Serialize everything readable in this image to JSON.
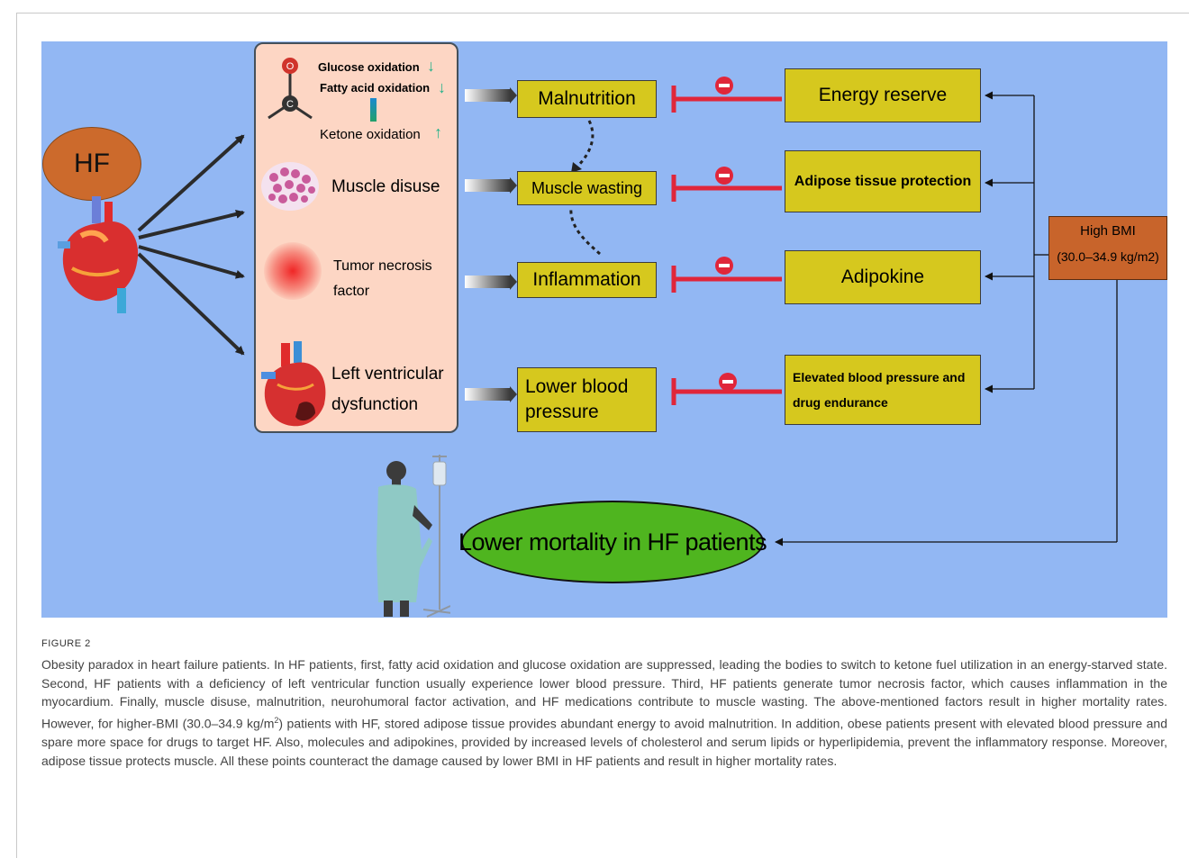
{
  "figure": {
    "hf_label": "HF",
    "mechanisms": {
      "glucose": "Glucose oxidation",
      "fatty": "Fatty acid oxidation",
      "ketone": "Ketone oxidation",
      "muscle_disuse": "Muscle disuse",
      "tnf_line1": "Tumor necrosis",
      "tnf_line2": "factor",
      "lv_line1": "Left ventricular",
      "lv_line2": "dysfunction",
      "molecule_o": "O",
      "molecule_c": "C"
    },
    "outcomes": {
      "malnutrition": "Malnutrition",
      "muscle_wasting": "Muscle wasting",
      "inflammation": "Inflammation",
      "lbp_line1": "Lower blood",
      "lbp_line2": "pressure"
    },
    "protections": {
      "energy": "Energy reserve",
      "adipose": "Adipose tissue protection",
      "adipokine": "Adipokine",
      "ebp_line1": "Elevated blood pressure and",
      "ebp_line2": "drug endurance"
    },
    "bmi": {
      "title": "High BMI",
      "range": "(30.0–34.9 kg/m2)"
    },
    "result": "Lower mortality in HF patients",
    "colors": {
      "background": "#92b7f3",
      "panel": "#fdd6c4",
      "box": "#d6c81e",
      "bmi_box": "#c8642b",
      "hf_oval": "#cc6a2c",
      "result_oval": "#4fb51f",
      "inhibit": "#e0263a"
    }
  },
  "caption": {
    "label": "FIGURE 2",
    "text_before_sup": "Obesity paradox in heart failure patients. In HF patients, first, fatty acid oxidation and glucose oxidation are suppressed, leading the bodies to switch to ketone fuel utilization in an energy-starved state. Second, HF patients with a deficiency of left ventricular function usually experience lower blood pressure. Third, HF patients generate tumor necrosis factor, which causes inflammation in the myocardium. Finally, muscle disuse, malnutrition, neurohumoral factor activation, and HF medications contribute to muscle wasting. The above-mentioned factors result in higher mortality rates. However, for higher-BMI (30.0–34.9 kg/m",
    "sup": "2",
    "text_after_sup": ") patients with HF, stored adipose tissue provides abundant energy to avoid malnutrition. In addition, obese patients present with elevated blood pressure and spare more space for drugs to target HF. Also, molecules and adipokines, provided by increased levels of cholesterol and serum lipids or hyperlipidemia, prevent the inflammatory response. Moreover, adipose tissue protects muscle. All these points counteract the damage caused by lower BMI in HF patients and result in higher mortality rates."
  }
}
